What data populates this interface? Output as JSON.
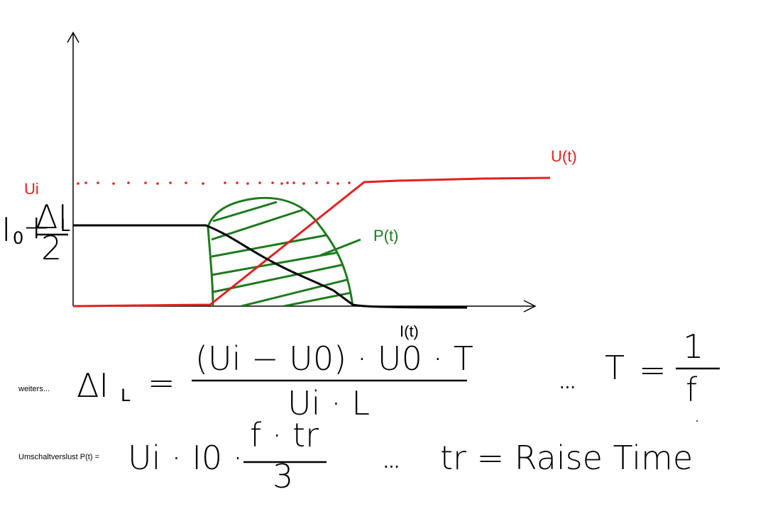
{
  "colors": {
    "voltage": "#e32020",
    "current": "#000000",
    "power": "#1d7a1d",
    "axis": "#000000"
  },
  "labels": {
    "u_t": "U(t)",
    "ui": "Ui",
    "p_t": "P(t)",
    "i_t": "I(t)",
    "current_level_main": "I",
    "current_level_sub": "0",
    "current_level_plus": "+",
    "current_level_delta": "ΔI",
    "current_level_delta_sub": "L",
    "current_level_den": "2"
  },
  "formula1": {
    "prefix": "weiters...",
    "lhs": "ΔI",
    "lhs_sub": "L",
    "equals": "=",
    "numerator": "(Ui − U0) · U0 · T",
    "denominator": "Ui · L",
    "ellipsis": "...",
    "t_def_lhs": "T",
    "t_def_equals": "=",
    "t_def_num": "1",
    "t_def_den": "f"
  },
  "formula2": {
    "prefix": "Umschaltverslust P(t) =",
    "expr": "Ui · I0 ·",
    "frac_num": "f · tr",
    "frac_den": "3",
    "ellipsis": "...",
    "definition": "tr = Raise Time"
  }
}
